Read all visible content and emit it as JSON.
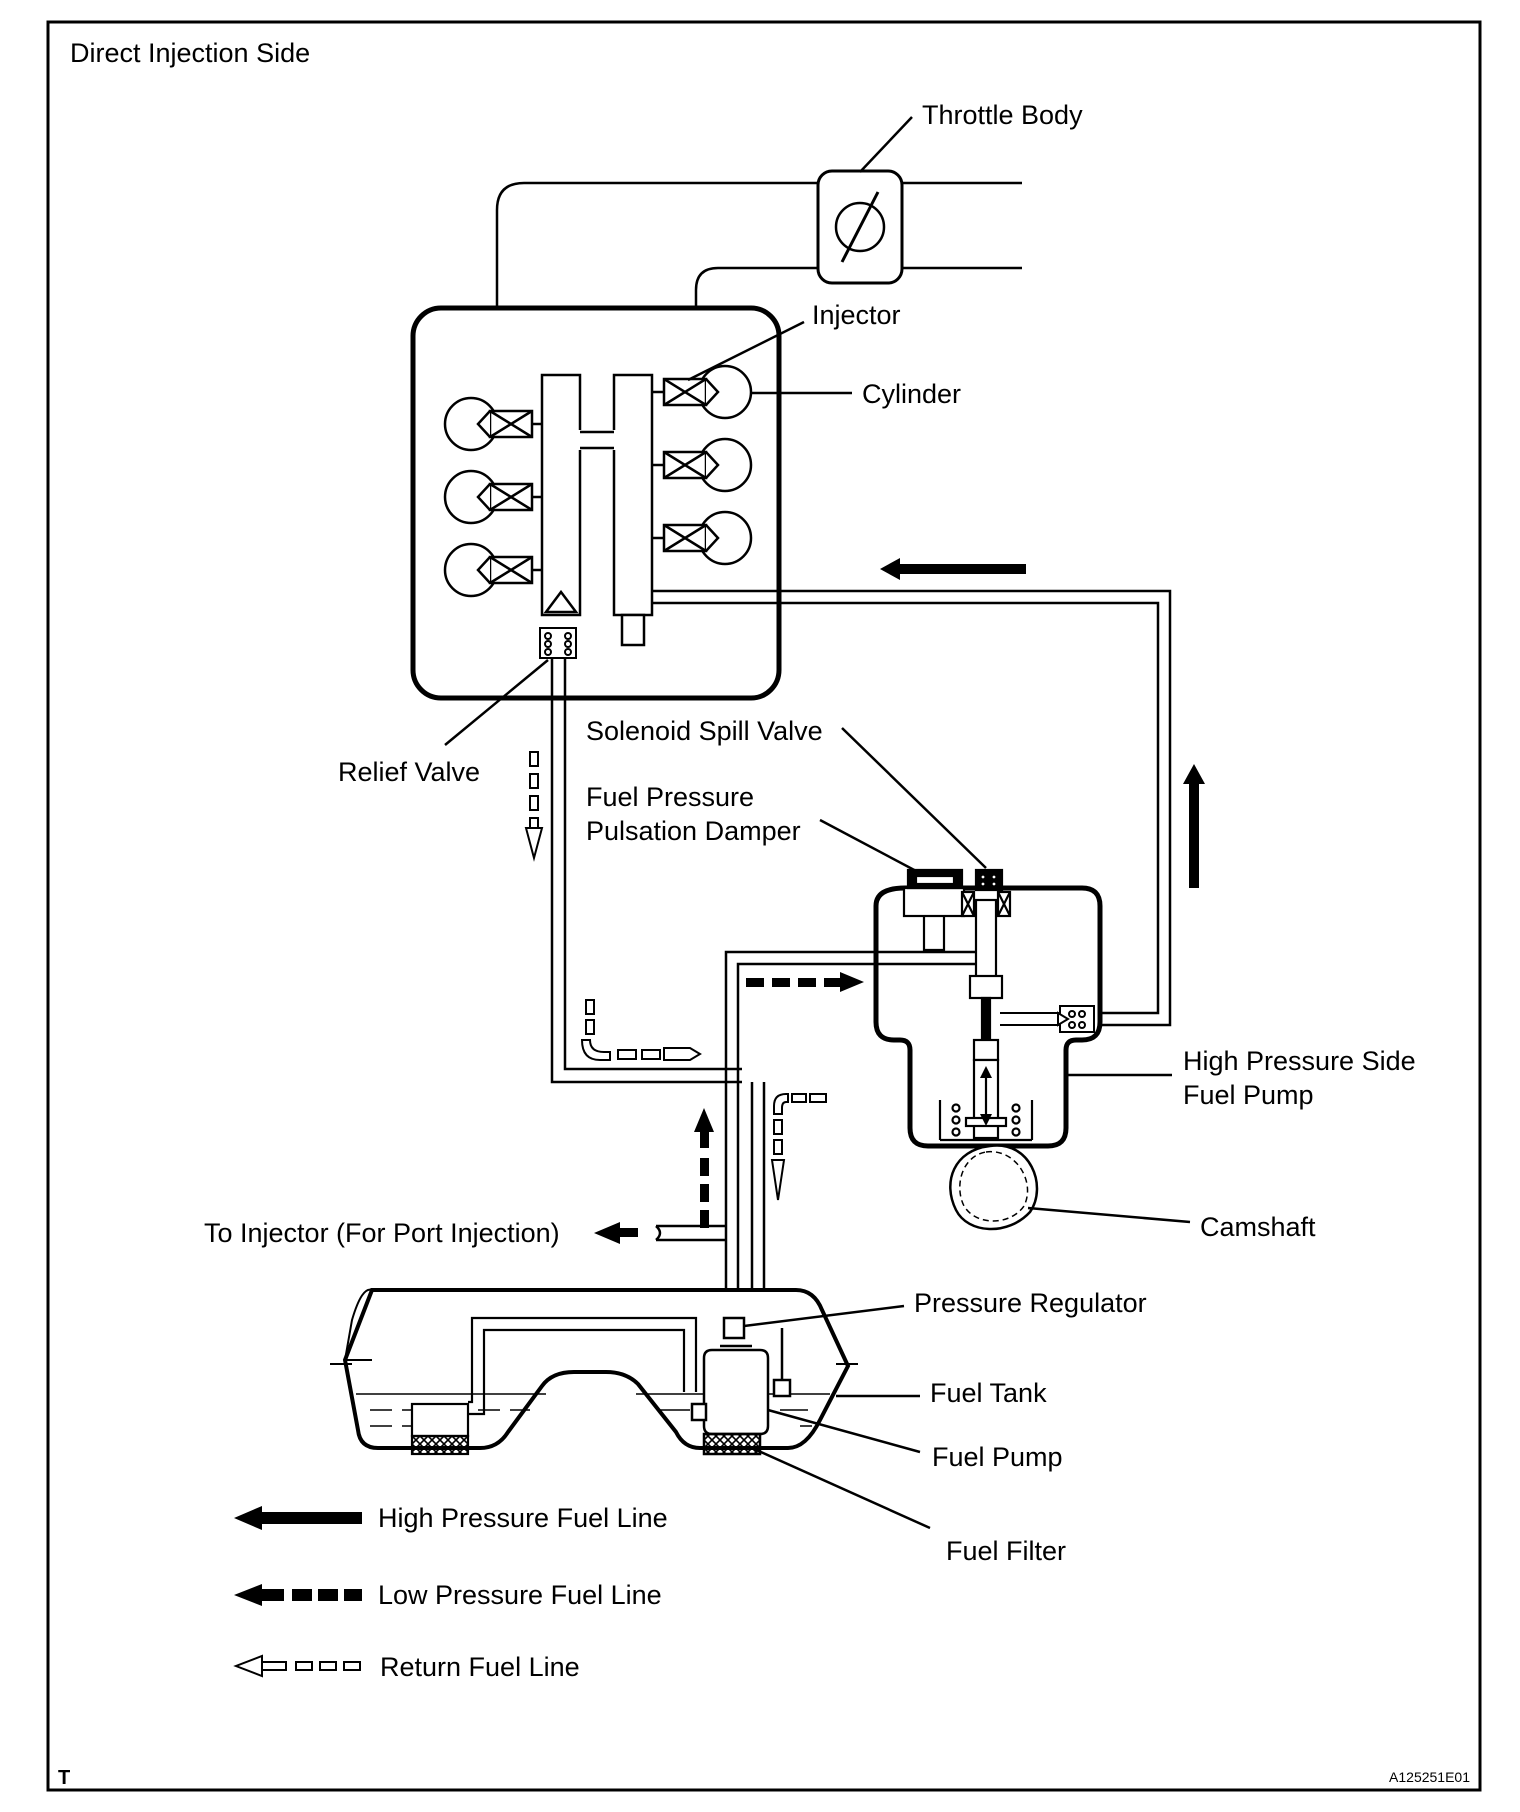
{
  "header": {
    "title": "Direct Injection Side"
  },
  "labels": {
    "throttle_body": "Throttle Body",
    "injector": "Injector",
    "cylinder": "Cylinder",
    "relief_valve": "Relief Valve",
    "solenoid_spill_valve": "Solenoid Spill Valve",
    "pulsation_damper_line1": "Fuel Pressure",
    "pulsation_damper_line2": "Pulsation Damper",
    "hp_pump_line1": "High Pressure Side",
    "hp_pump_line2": "Fuel Pump",
    "camshaft": "Camshaft",
    "to_injector_port": "To Injector (For Port Injection)",
    "pressure_regulator": "Pressure Regulator",
    "fuel_tank": "Fuel Tank",
    "fuel_pump": "Fuel Pump",
    "fuel_filter": "Fuel Filter"
  },
  "legend": {
    "high_pressure": "High Pressure Fuel Line",
    "low_pressure": "Low Pressure Fuel Line",
    "return": "Return Fuel Line"
  },
  "footer": {
    "corner_mark": "T",
    "figure_id": "A125251E01"
  }
}
